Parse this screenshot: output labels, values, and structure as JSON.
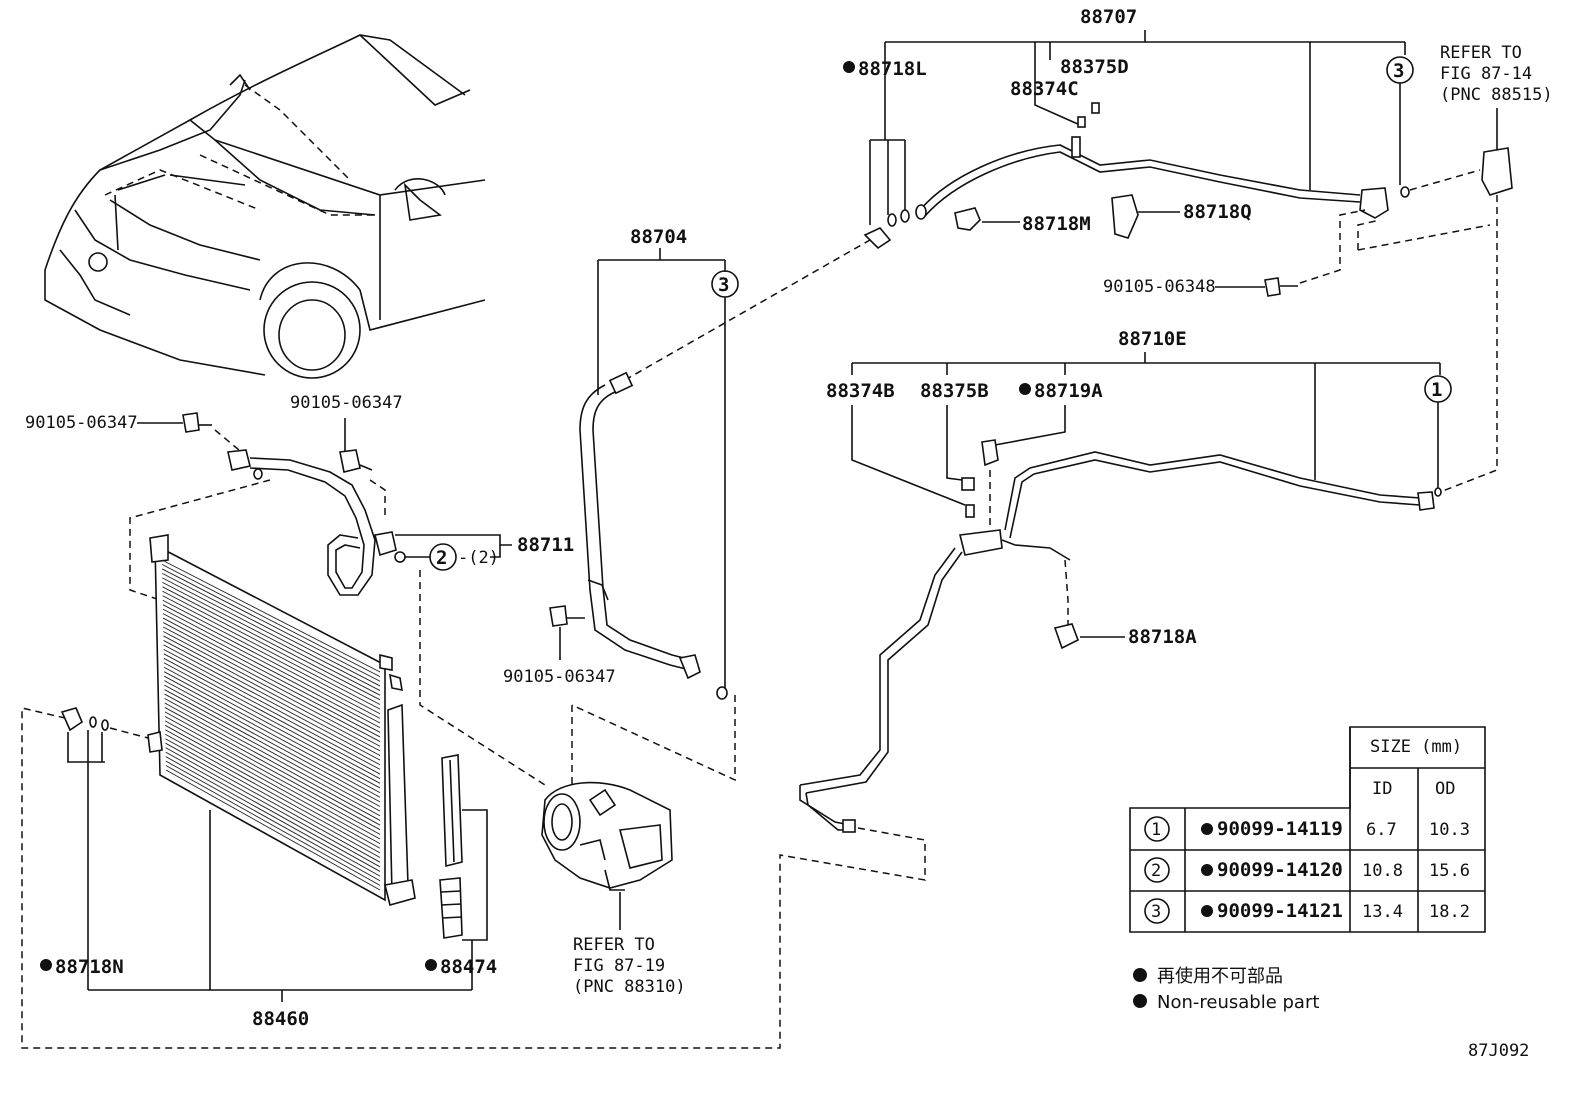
{
  "parts": {
    "p88707": "88707",
    "p88718L": "88718L",
    "p88375D": "88375D",
    "p88374C": "88374C",
    "p88718M": "88718M",
    "p88718Q": "88718Q",
    "p90105_06348": "90105-06348",
    "refer_top": [
      "REFER TO",
      "FIG 87-14",
      "(PNC 88515)"
    ],
    "p88704": "88704",
    "p88710E": "88710E",
    "p88374B": "88374B",
    "p88375B": "88375B",
    "p88719A": "88719A",
    "p88718A": "88718A",
    "p90105_06347_a": "90105-06347",
    "p90105_06347_b": "90105-06347",
    "p90105_06347_c": "90105-06347",
    "p88711": "88711",
    "p88711_qty": "-(2)",
    "p88718N": "88718N",
    "p88474": "88474",
    "p88460": "88460",
    "refer_bottom": [
      "REFER TO",
      "FIG 87-19",
      "(PNC 88310)"
    ],
    "circle1": "1",
    "circle2": "2",
    "circle3a": "3",
    "circle3b": "3"
  },
  "table": {
    "header_size": "SIZE (mm)",
    "header_id": "ID",
    "header_od": "OD",
    "rows": [
      {
        "num": "1",
        "part": "90099-14119",
        "id": "6.7",
        "od": "10.3"
      },
      {
        "num": "2",
        "part": "90099-14120",
        "id": "10.8",
        "od": "15.6"
      },
      {
        "num": "3",
        "part": "90099-14121",
        "id": "13.4",
        "od": "18.2"
      }
    ]
  },
  "legend": {
    "jp": "再使用不可部品",
    "en": "Non-reusable part"
  },
  "figure_code": "87J092"
}
